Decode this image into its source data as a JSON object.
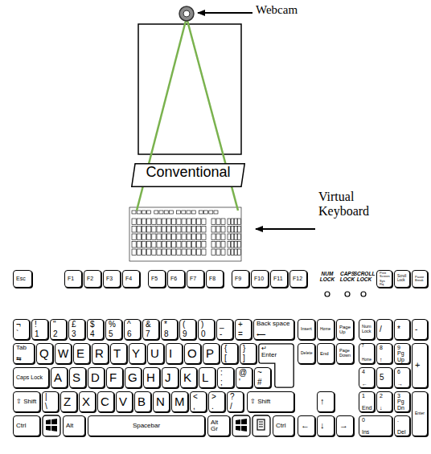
{
  "diagram": {
    "nodes": [
      {
        "text": [
          "Conventional"
        ]
      },
      {
        "text": [
          "Esc"
        ]
      },
      {
        "text": [
          "F1"
        ]
      },
      {
        "text": [
          "F2"
        ]
      },
      {
        "text": [
          "F3"
        ]
      },
      {
        "text": [
          "F4"
        ]
      },
      {
        "text": [
          "F5"
        ]
      },
      {
        "text": [
          "F6"
        ]
      },
      {
        "text": [
          "F7"
        ]
      },
      {
        "text": [
          "F8"
        ]
      },
      {
        "text": [
          "F9"
        ]
      },
      {
        "text": [
          "F10"
        ]
      },
      {
        "text": [
          "F11"
        ]
      },
      {
        "text": [
          "F12"
        ]
      },
      {
        "text": [
          "Print Screen",
          "Sys Rq"
        ]
      },
      {
        "text": [
          "Scroll Lock"
        ]
      },
      {
        "text": [
          "Pause Break"
        ]
      },
      {
        "text": [
          "¬",
          "`"
        ]
      },
      {
        "text": [
          "!",
          "1"
        ]
      },
      {
        "text": [
          "\"",
          "2"
        ]
      },
      {
        "text": [
          "£",
          "3"
        ]
      },
      {
        "text": [
          "$",
          "4"
        ]
      },
      {
        "text": [
          "%",
          "5"
        ]
      },
      {
        "text": [
          "^",
          "6"
        ]
      },
      {
        "text": [
          "&",
          "7"
        ]
      },
      {
        "text": [
          "*",
          "8"
        ]
      },
      {
        "text": [
          "(",
          "9"
        ]
      },
      {
        "text": [
          ")",
          "0"
        ]
      },
      {
        "text": [
          "_",
          "-"
        ]
      },
      {
        "text": [
          "+",
          "="
        ]
      },
      {
        "text": [
          "Back space",
          "⟵"
        ]
      },
      {
        "text": [
          "Insert"
        ]
      },
      {
        "text": [
          "Home"
        ]
      },
      {
        "text": [
          "Page Up"
        ]
      },
      {
        "text": [
          "Num Lock"
        ]
      },
      {
        "text": [
          "/"
        ]
      },
      {
        "text": [
          "*"
        ]
      },
      {
        "text": [
          "-"
        ]
      },
      {
        "text": [
          "Tab",
          "⇆"
        ]
      },
      {
        "text": [
          "Q"
        ]
      },
      {
        "text": [
          "W"
        ]
      },
      {
        "text": [
          "E"
        ]
      },
      {
        "text": [
          "R"
        ]
      },
      {
        "text": [
          "T"
        ]
      },
      {
        "text": [
          "Y"
        ]
      },
      {
        "text": [
          "U"
        ]
      },
      {
        "text": [
          "I"
        ]
      },
      {
        "text": [
          "O"
        ]
      },
      {
        "text": [
          "P"
        ]
      },
      {
        "text": [
          "{",
          "["
        ]
      },
      {
        "text": [
          "}",
          "]"
        ]
      },
      {
        "text": [
          "↵",
          "Enter"
        ]
      },
      {
        "text": [
          "Delete"
        ]
      },
      {
        "text": [
          "End"
        ]
      },
      {
        "text": [
          "Page Down"
        ]
      },
      {
        "text": [
          "7",
          "Home"
        ]
      },
      {
        "text": [
          "8",
          "↑"
        ]
      },
      {
        "text": [
          "9",
          "Pg Up"
        ]
      },
      {
        "text": [
          "+"
        ]
      },
      {
        "text": [
          "Caps Lock"
        ]
      },
      {
        "text": [
          "A"
        ]
      },
      {
        "text": [
          "S"
        ]
      },
      {
        "text": [
          "D"
        ]
      },
      {
        "text": [
          "F"
        ]
      },
      {
        "text": [
          "G"
        ]
      },
      {
        "text": [
          "H"
        ]
      },
      {
        "text": [
          "J"
        ]
      },
      {
        "text": [
          "K"
        ]
      },
      {
        "text": [
          "L"
        ]
      },
      {
        "text": [
          ":",
          ";"
        ]
      },
      {
        "text": [
          "@",
          "'"
        ]
      },
      {
        "text": [
          "~",
          "#"
        ]
      },
      {
        "text": [
          "4",
          "←"
        ]
      },
      {
        "text": [
          "5"
        ]
      },
      {
        "text": [
          "6",
          "→"
        ]
      },
      {
        "text": [
          "⇧ Shift"
        ]
      },
      {
        "text": [
          "|",
          "\\"
        ]
      },
      {
        "text": [
          "Z"
        ]
      },
      {
        "text": [
          "X"
        ]
      },
      {
        "text": [
          "C"
        ]
      },
      {
        "text": [
          "V"
        ]
      },
      {
        "text": [
          "B"
        ]
      },
      {
        "text": [
          "N"
        ]
      },
      {
        "text": [
          "M"
        ]
      },
      {
        "text": [
          "<",
          ","
        ]
      },
      {
        "text": [
          ">",
          "."
        ]
      },
      {
        "text": [
          "?",
          "/"
        ]
      },
      {
        "text": [
          "⇧ Shift"
        ]
      },
      {
        "text": [
          "↑"
        ]
      },
      {
        "text": [
          "1",
          "End"
        ]
      },
      {
        "text": [
          "2",
          "↓"
        ]
      },
      {
        "text": [
          "3",
          "Pg Dn"
        ]
      },
      {
        "text": [
          "Enter"
        ]
      },
      {
        "text": [
          "Ctrl"
        ]
      },
      {
        "text": [
          "Alt"
        ]
      },
      {
        "text": [
          "Spacebar"
        ]
      },
      {
        "text": [
          "Alt Gr"
        ]
      },
      {
        "text": [
          "Ctrl"
        ]
      },
      {
        "text": [
          "←"
        ]
      },
      {
        "text": [
          "↓"
        ]
      },
      {
        "text": [
          "→"
        ]
      },
      {
        "text": [
          "0",
          "Ins"
        ]
      },
      {
        "text": [
          ".",
          "Del"
        ]
      }
    ],
    "labels": [
      "Webcam",
      "Virtual Keyboard",
      "NUM LOCK",
      "CAPS LOCK",
      "SCROLL LOCK"
    ]
  }
}
